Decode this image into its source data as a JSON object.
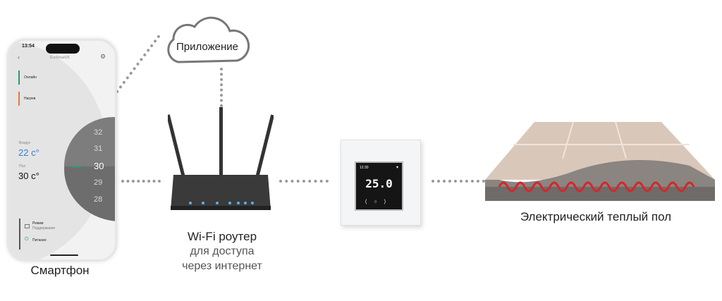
{
  "cloud": {
    "label": "Приложение"
  },
  "phone": {
    "label": "Смартфон",
    "time": "13:54",
    "device_name": "EcoSmart25",
    "status_online": "Онлайн",
    "status_heating": "Нагрев",
    "air_label": "Воздух",
    "air_temp": "22 c°",
    "floor_label": "Пол",
    "floor_temp": "30 c°",
    "dial": [
      "32",
      "31",
      "30",
      "29",
      "28"
    ],
    "mode_label": "Режим",
    "mode_value": "Поддержание",
    "power_label": "Питание"
  },
  "router": {
    "title": "Wi-Fi роутер",
    "line2": "для доступа",
    "line3": "через интернет"
  },
  "thermostat": {
    "time": "12:30",
    "temp": "25.0"
  },
  "floor": {
    "label": "Электрический теплый пол"
  }
}
